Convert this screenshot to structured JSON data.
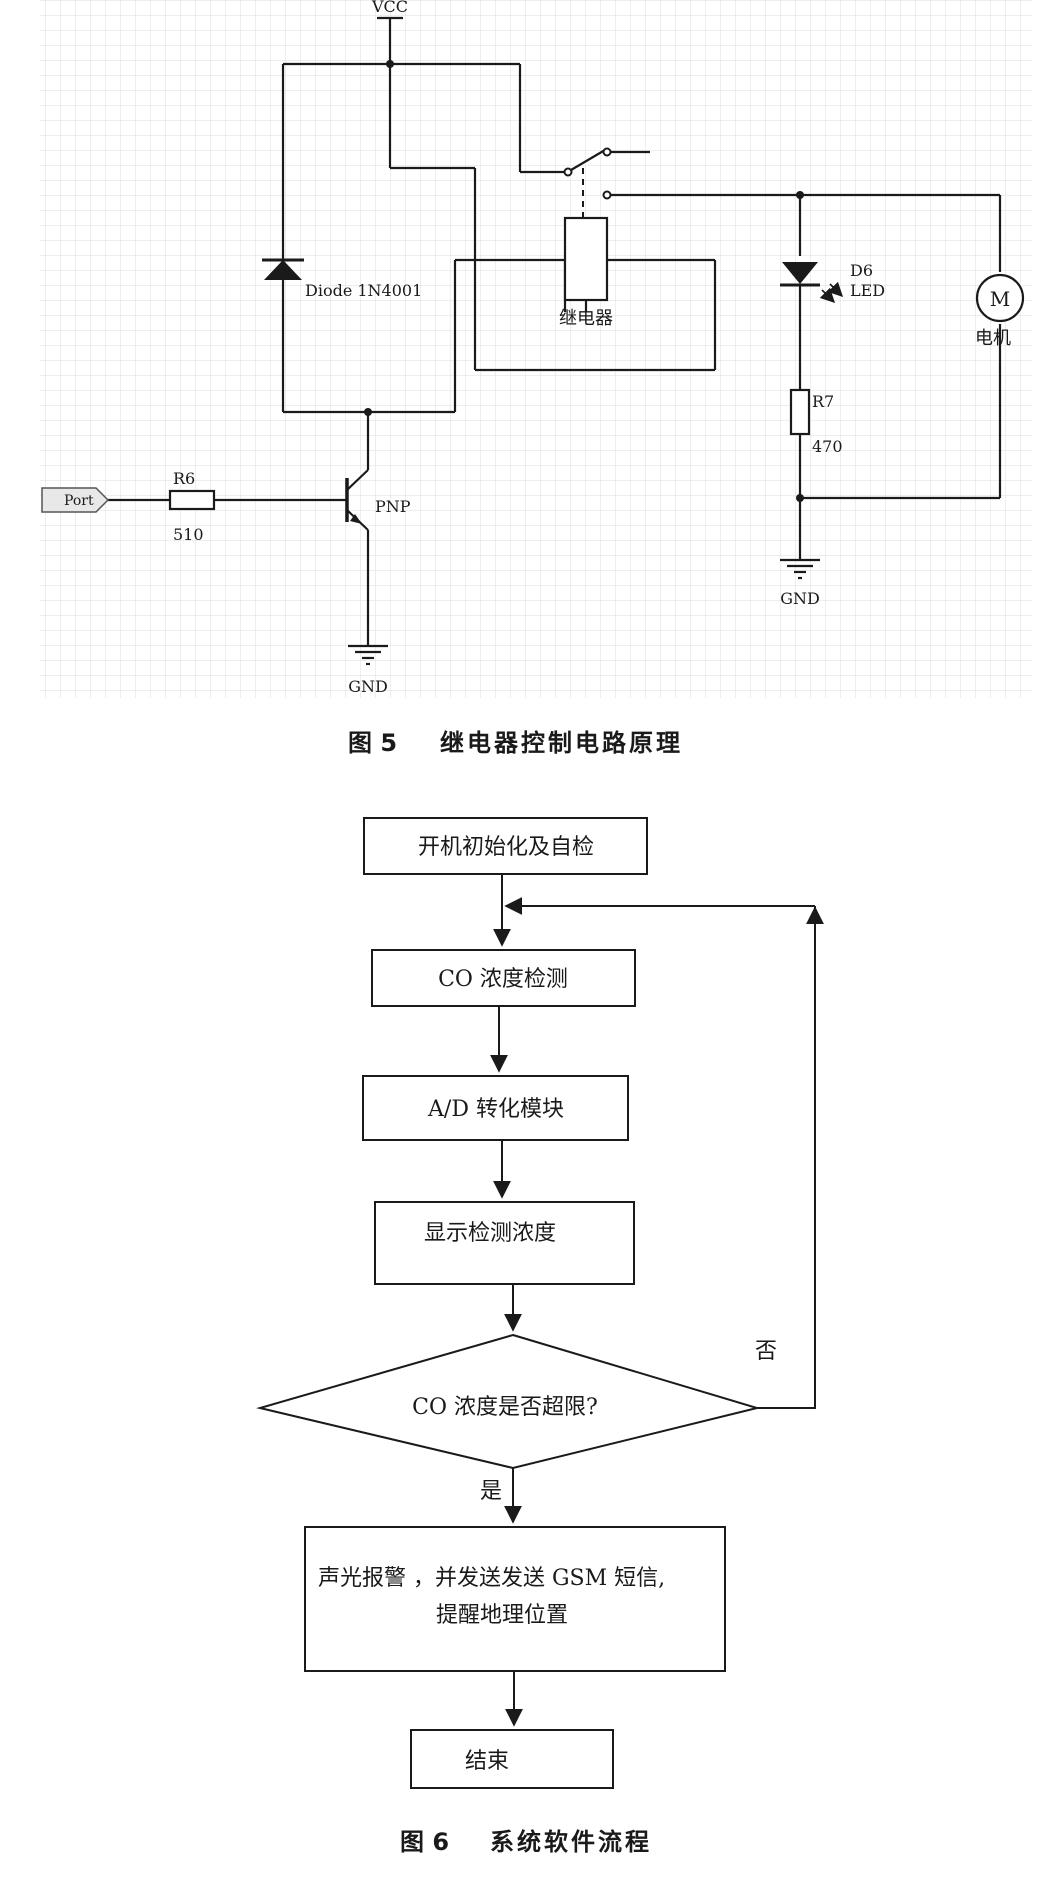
{
  "figure5": {
    "caption_num": "图 5",
    "caption_title": "继电器控制电路原理",
    "labels": {
      "vcc": "VCC",
      "diode": "Diode 1N4001",
      "relay": "继电器",
      "d6": "D6",
      "led": "LED",
      "motor_symbol": "M",
      "motor": "电机",
      "r7": "R7",
      "r7_value": "470",
      "port": "Port",
      "r6": "R6",
      "r6_value": "510",
      "pnp": "PNP",
      "gnd_left": "GND",
      "gnd_right": "GND"
    }
  },
  "figure6": {
    "caption_num": "图 6",
    "caption_title": "系统软件流程",
    "steps": {
      "init": "开机初始化及自检",
      "detect": "CO 浓度检测",
      "ad": "A/D 转化模块",
      "display": "显示检测浓度",
      "decision": "CO 浓度是否超限?",
      "alarm_line1": "声光报警 ，并发送发送 GSM 短信,",
      "alarm_line2": "提醒地理位置",
      "end": "结束"
    },
    "branches": {
      "no": "否",
      "yes": "是"
    }
  },
  "colors": {
    "grid": "#dcdcdc",
    "line": "#1a1a1a"
  }
}
